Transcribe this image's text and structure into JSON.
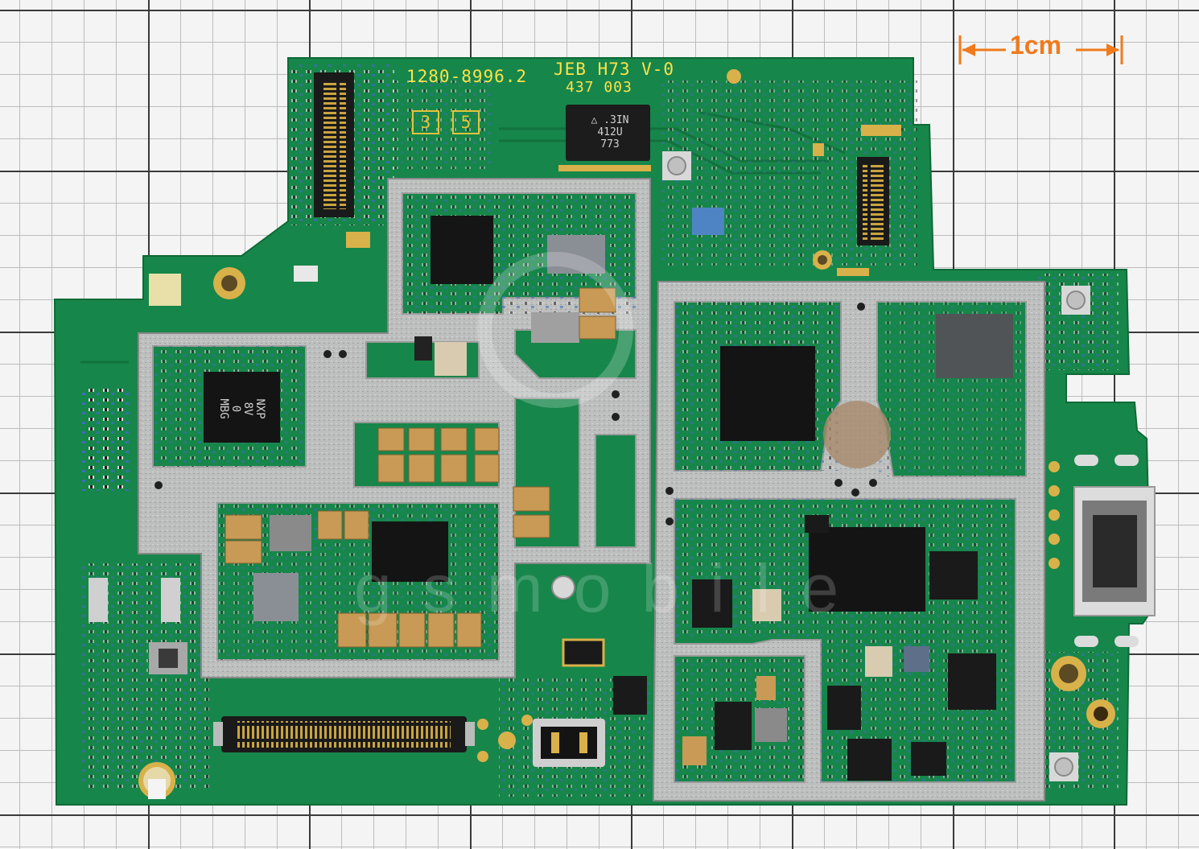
{
  "scale_bar": {
    "label": "1cm",
    "color": "#f07a1c"
  },
  "board": {
    "part_number": "1280-8996.2",
    "revision": "JEB H73 V-0",
    "code": "437 003",
    "box_labels": [
      "3",
      "5"
    ],
    "chip_marking": {
      "line1": "△ .3IN",
      "line2": "412U",
      "line3": "773"
    },
    "nxp_chip_marking": {
      "line1": "NXP",
      "line2": "8V",
      "line3": "0",
      "line4": "MBG"
    },
    "colors": {
      "pcb": "#17864a",
      "pcb_dark": "#0f6e3a",
      "shield": "#b9bcbb",
      "pad_gold": "#d9b14a",
      "silkscreen": "#ffe24a"
    }
  },
  "watermark": {
    "text": "gsmobile",
    "color": "#ffffff"
  }
}
